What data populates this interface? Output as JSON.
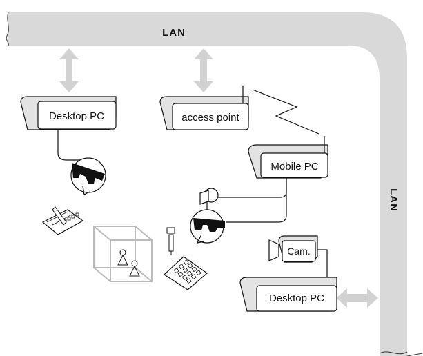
{
  "network": {
    "lan_top": "LAN",
    "lan_right": "LAN"
  },
  "devices": {
    "desktop_pc_1": "Desktop PC",
    "access_point": "access point",
    "mobile_pc": "Mobile PC",
    "camera": "Cam.",
    "desktop_pc_2": "Desktop PC"
  },
  "colors": {
    "lan_band": "#d9d9d9",
    "arrow": "#d2d2d2",
    "box_shadow": "#e3e3e3",
    "stroke": "#111111",
    "glasses": "#111111"
  }
}
